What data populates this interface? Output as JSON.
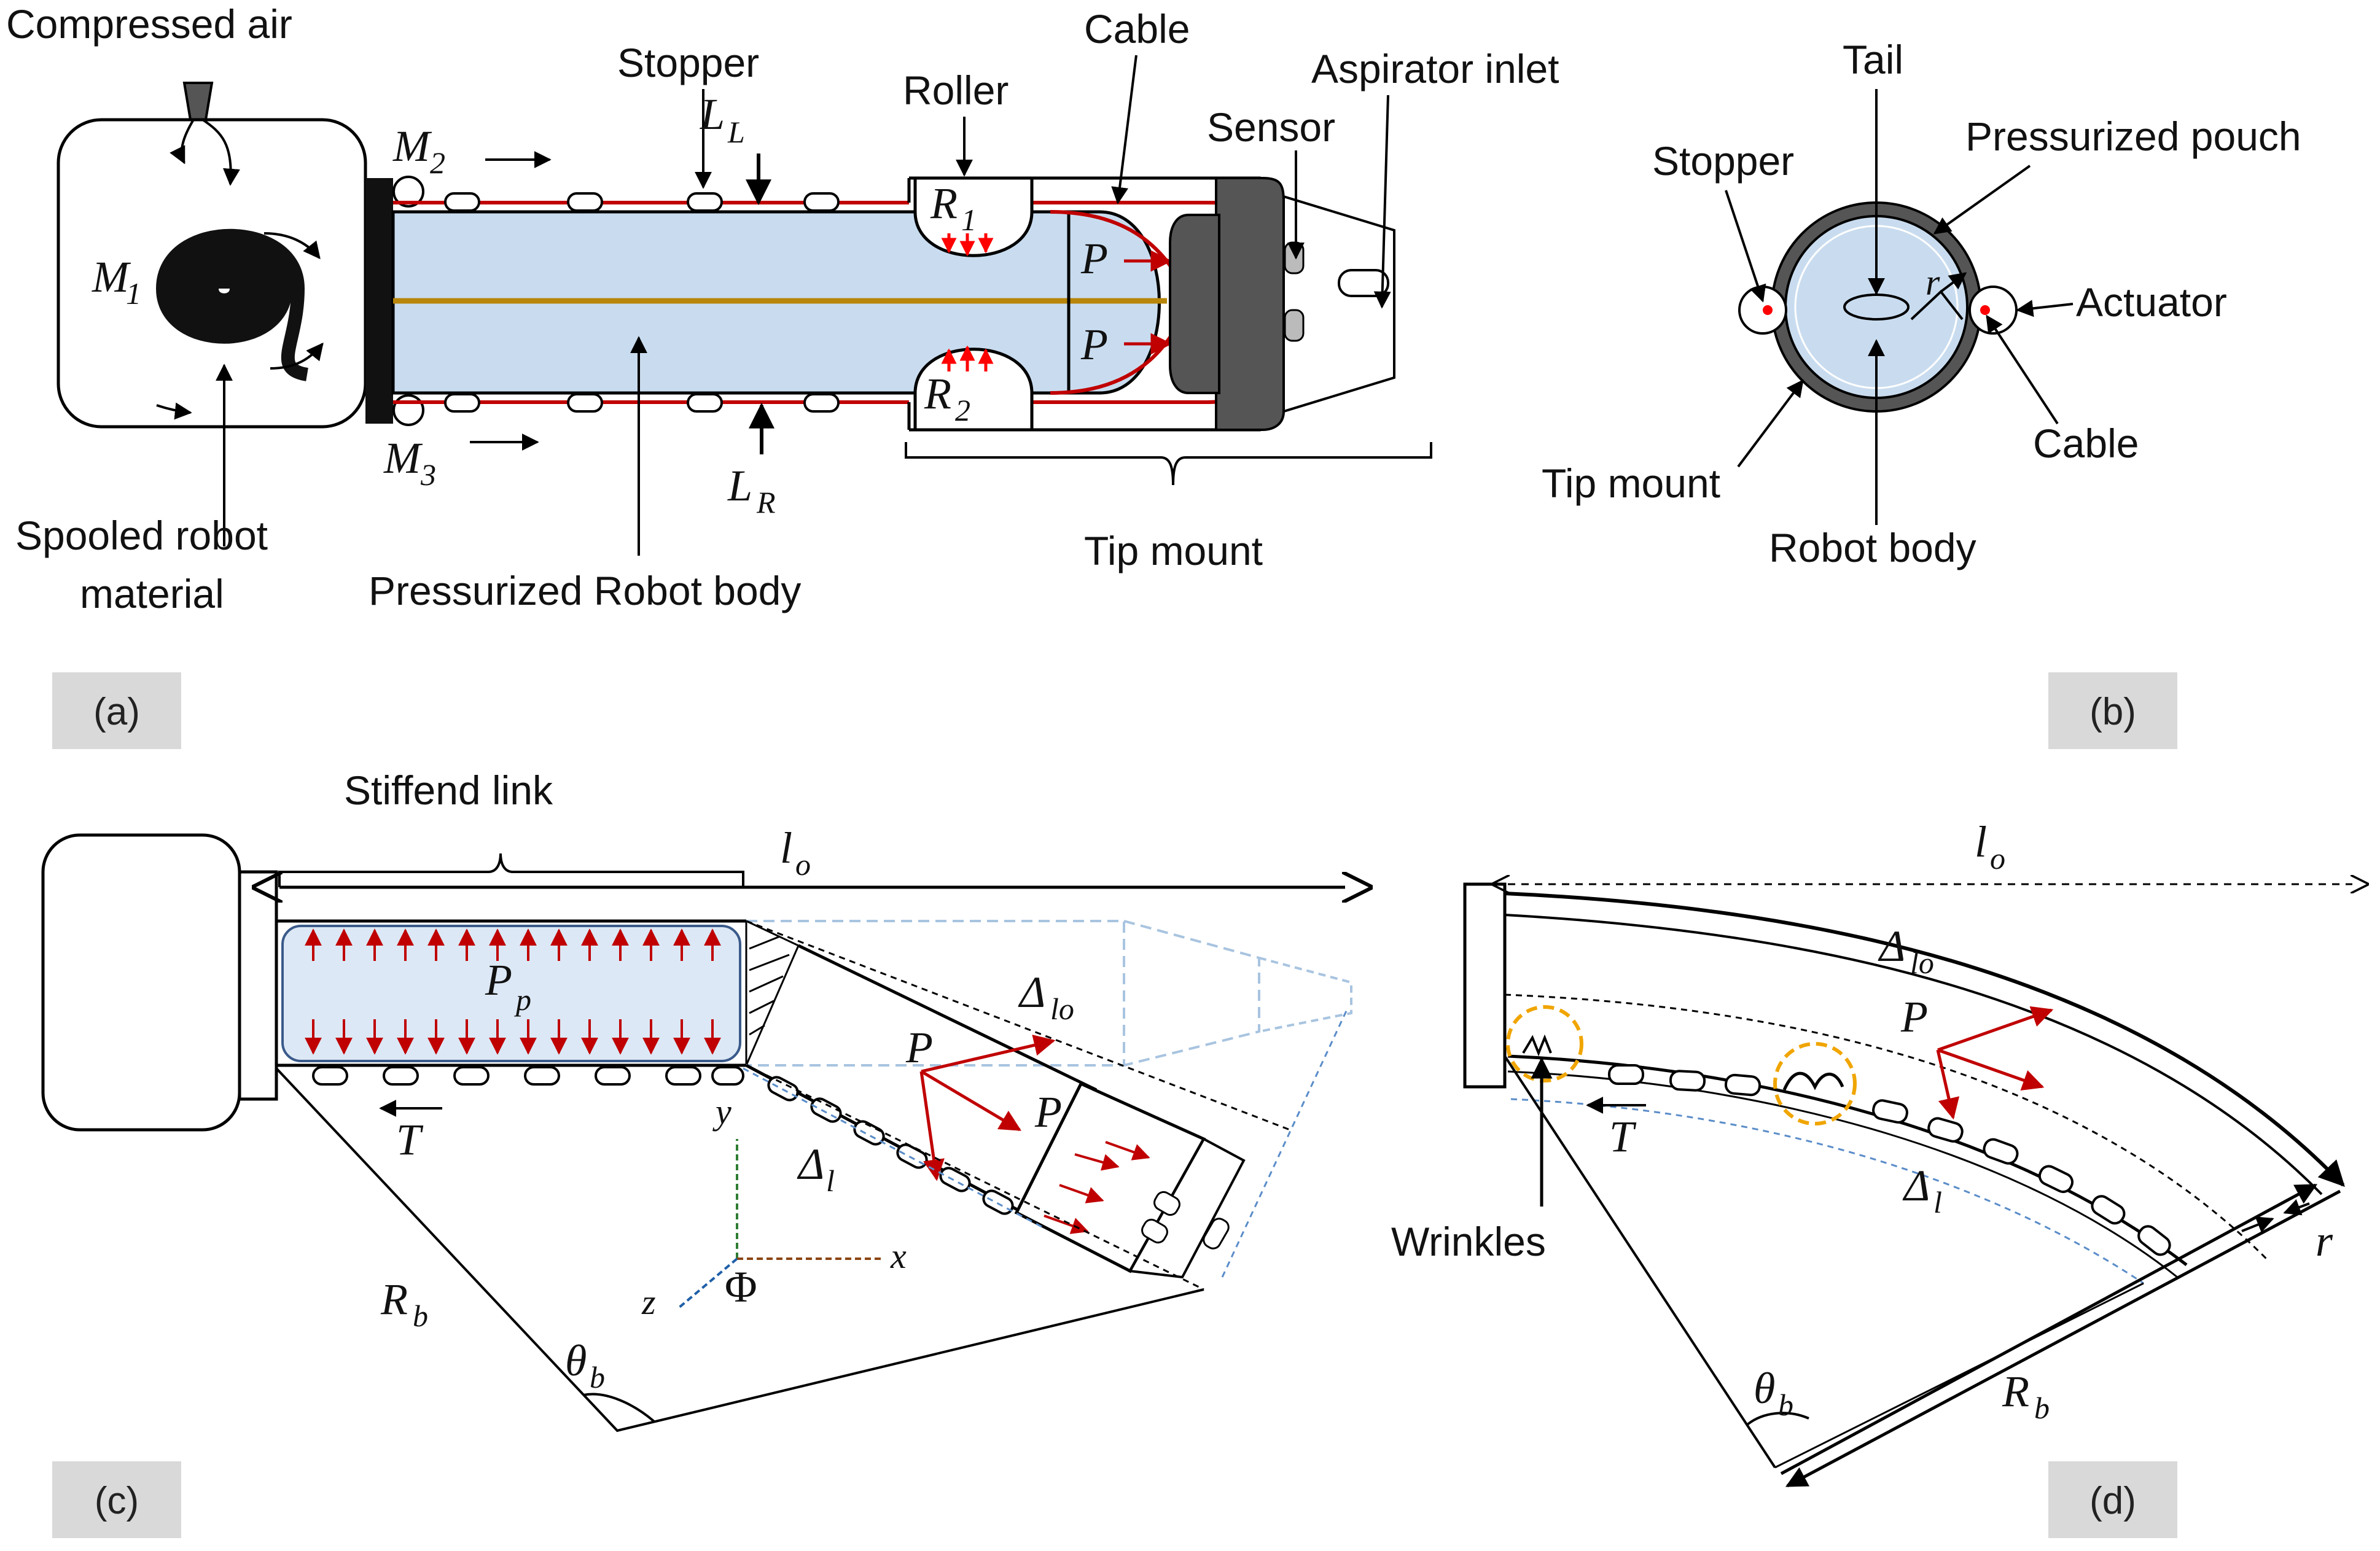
{
  "panels": {
    "a": {
      "tag": "(a)",
      "labels": {
        "compressed_air": "Compressed air",
        "stopper": "Stopper",
        "roller": "Roller",
        "cable": "Cable",
        "aspirator_inlet": "Aspirator inlet",
        "sensor": "Sensor",
        "spooled_material_line1": "Spooled robot",
        "spooled_material_line2": "material",
        "pressurized_body": "Pressurized Robot body",
        "tip_mount": "Tip mount"
      },
      "symbols": {
        "m1": "M",
        "m1_sub": "1",
        "m2": "M",
        "m2_sub": "2",
        "m3": "M",
        "m3_sub": "3",
        "l_left": "L",
        "l_left_sub": "L",
        "l_right": "L",
        "l_right_sub": "R",
        "r1": "R",
        "r1_sub": "1",
        "r2": "R",
        "r2_sub": "2",
        "p_upper": "P",
        "p_lower": "P"
      }
    },
    "b": {
      "tag": "(b)",
      "labels": {
        "tail": "Tail",
        "stopper": "Stopper",
        "pressurized_pouch": "Pressurized pouch",
        "actuator": "Actuator",
        "cable": "Cable",
        "tip_mount": "Tip mount",
        "robot_body": "Robot body"
      },
      "symbols": {
        "r": "r"
      }
    },
    "c": {
      "tag": "(c)",
      "labels": {
        "stiffened_link": "Stiffend link"
      },
      "symbols": {
        "lo": "l",
        "lo_sub": "o",
        "pp": "P",
        "pp_sub": "p",
        "delta_lo": "Δ",
        "delta_lo_sub": "lo",
        "p1": "P",
        "p2": "P",
        "t": "T",
        "y": "y",
        "x": "x",
        "z": "z",
        "phi": "Φ",
        "delta_l": "Δ",
        "delta_l_sub": "l",
        "rb": "R",
        "rb_sub": "b",
        "theta": "θ",
        "theta_sub": "b"
      }
    },
    "d": {
      "tag": "(d)",
      "labels": {
        "wrinkles": "Wrinkles"
      },
      "symbols": {
        "lo": "l",
        "lo_sub": "o",
        "delta_lo": "Δ",
        "delta_lo_sub": "lo",
        "p": "P",
        "t": "T",
        "delta_l": "Δ",
        "delta_l_sub": "l",
        "r": "r",
        "rb": "R",
        "rb_sub": "b",
        "theta": "θ",
        "theta_sub": "b"
      }
    }
  },
  "colors": {
    "body_fill": "#c9dcef",
    "pouch_fill": "#dce8f5",
    "red": "#c00000",
    "arrow_red": "#ff0000",
    "rod": "#b8860b",
    "dark_gray": "#555555",
    "tag_bg": "#d9d9d9",
    "wrinkle_circle": "#f0a500",
    "axis_green": "#2e7d32",
    "axis_brown": "#8b4513",
    "axis_blue": "#1f5fa8"
  }
}
